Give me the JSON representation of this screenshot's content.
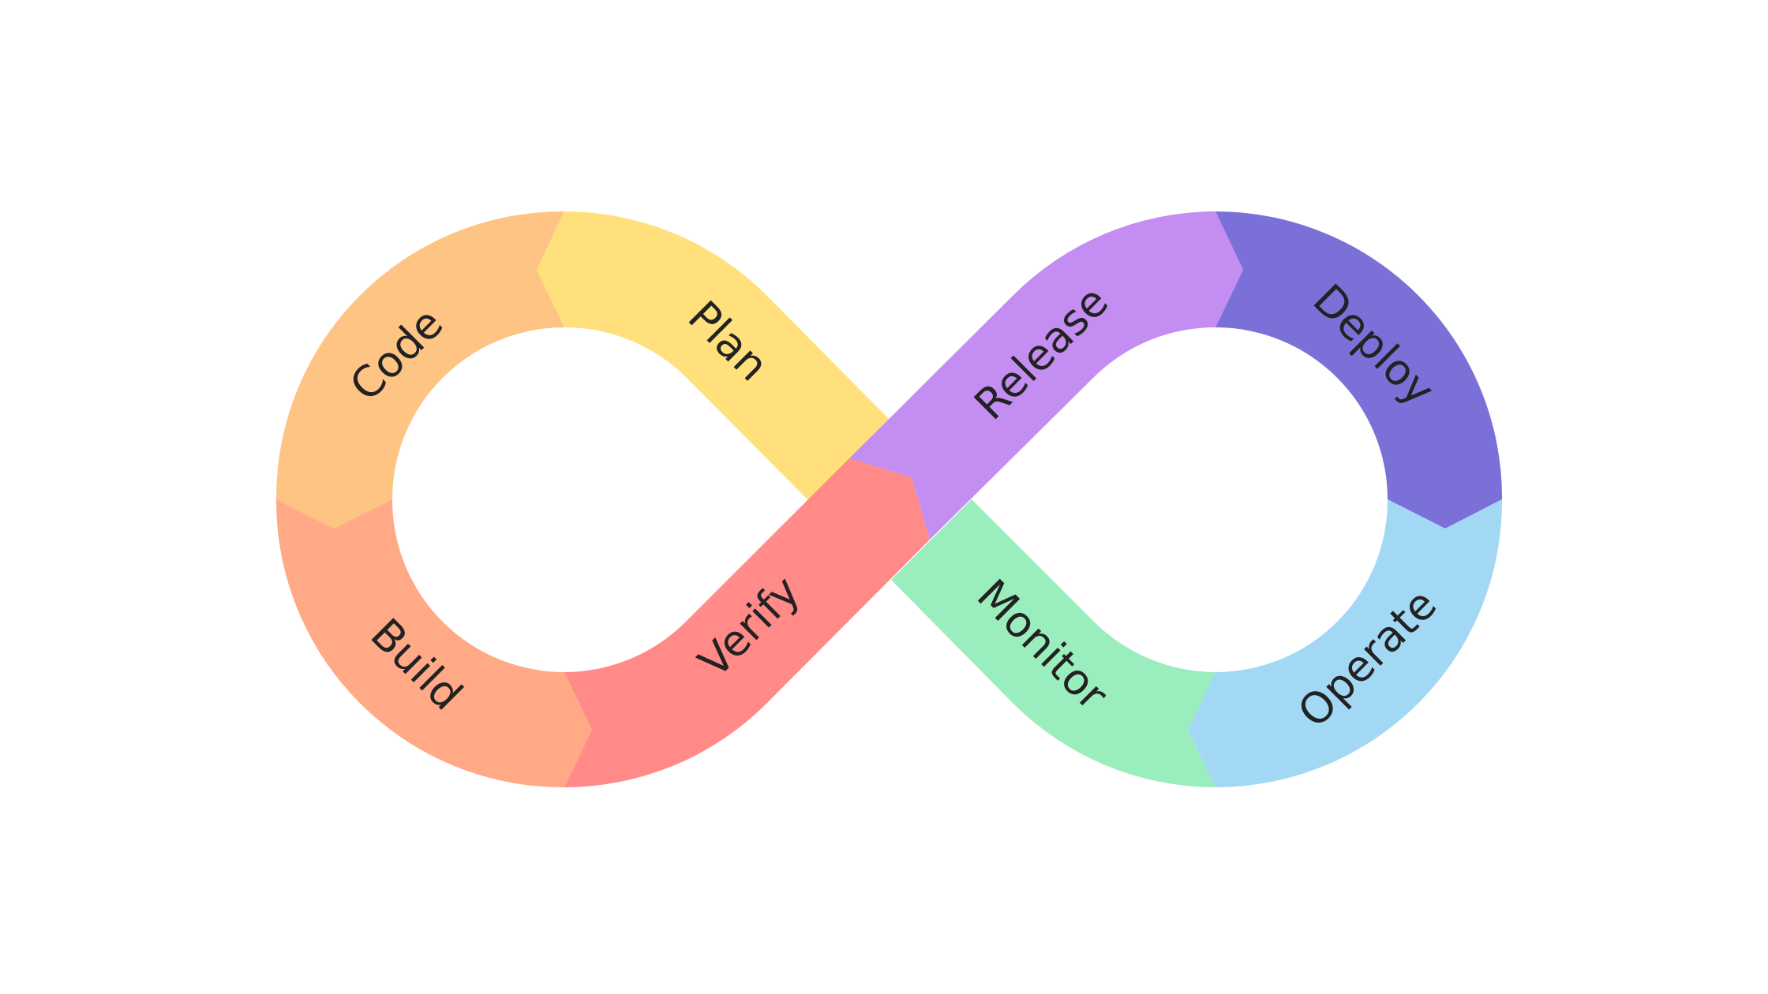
{
  "stages": [
    {
      "id": "plan",
      "label": "Plan",
      "color": "#FFE07D"
    },
    {
      "id": "code",
      "label": "Code",
      "color": "#FDC483"
    },
    {
      "id": "build",
      "label": "Build",
      "color": "#FFA986"
    },
    {
      "id": "verify",
      "label": "Verify",
      "color": "#FF8A87"
    },
    {
      "id": "release",
      "label": "Release",
      "color": "#C38DF2"
    },
    {
      "id": "deploy",
      "label": "Deploy",
      "color": "#7B70D8"
    },
    {
      "id": "operate",
      "label": "Operate",
      "color": "#A3D8F4"
    },
    {
      "id": "monitor",
      "label": "Monitor",
      "color": "#9AEDBD"
    }
  ]
}
